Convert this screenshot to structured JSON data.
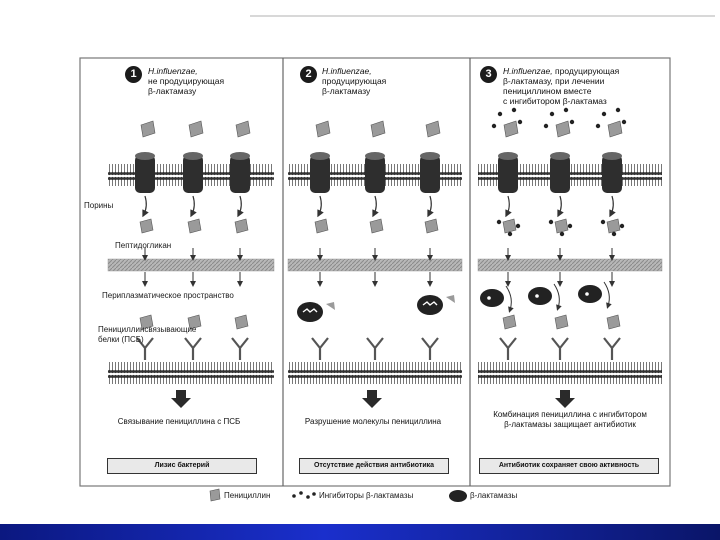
{
  "panels": [
    {
      "number": "1",
      "organism": "H.influenzae,",
      "rest": [
        "не продуцирующая",
        "β-лактамазу"
      ],
      "result": "Связывание пенициллина с ПСБ",
      "outcome": "Лизис бактерий"
    },
    {
      "number": "2",
      "organism": "H.influenzae,",
      "rest": [
        "продуцирующая",
        "β-лактамазу"
      ],
      "result": "Разрушение молекулы пенициллина",
      "outcome": "Отсутствие действия антибиотика"
    },
    {
      "number": "3",
      "organism": "H.influenzae,",
      "rest_first": "продуцирующая",
      "rest": [
        "β-лактамазу, при лечении",
        "пенициллином вместе",
        "с ингибитором β-лактамаз"
      ],
      "result": [
        "Комбинация пенициллина с ингибитором",
        "β-лактамазы защищает антибиотик"
      ],
      "outcome": "Антибиотик сохраняет свою активность"
    }
  ],
  "structure_labels": {
    "porins": "Порины",
    "peptidoglycan": "Пептидогликан",
    "periplasmic": "Периплазматическое пространство",
    "pbp": [
      "Пенициллинсвязывающие",
      "белки (ПСБ)"
    ]
  },
  "legend": {
    "penicillin": "Пенициллин",
    "inhibitors": "Ингибиторы β-лактамазы",
    "betalactamases": "β-лактамазы"
  },
  "colors": {
    "membrane": "#4a4a4a",
    "peptidoglycan": "#b5b5b5",
    "bottom_bar": "#1a2fcc"
  }
}
